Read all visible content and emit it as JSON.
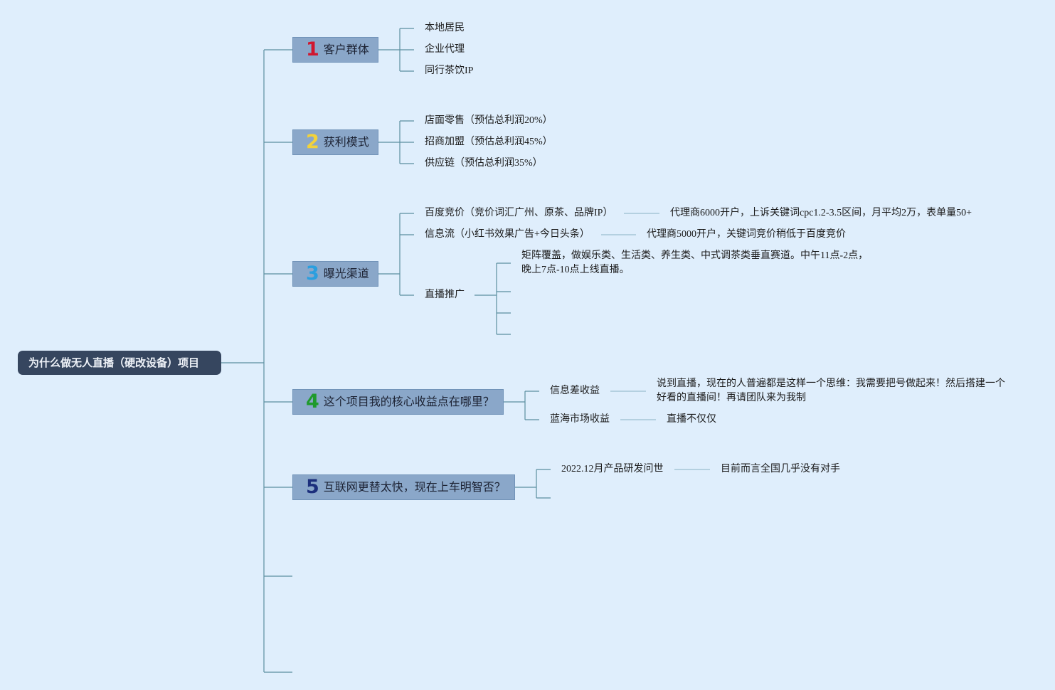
{
  "root": {
    "label": "为什么做无人直播（硬改设备）项目"
  },
  "topics": [
    {
      "number": "1",
      "number_color": "#d0172f",
      "label": "客户群体",
      "items": [
        "本地居民",
        "企业代理",
        "同行茶饮IP"
      ]
    },
    {
      "number": "2",
      "number_color": "#f2d23a",
      "label": "获利模式",
      "items": [
        "店面零售（预估总利润20%）",
        "招商加盟（预估总利润45%）",
        "供应链（预估总利润35%）"
      ]
    },
    {
      "number": "3",
      "number_color": "#2b9fdf",
      "label": "曝光渠道",
      "items": [
        {
          "label": "百度竞价（竞价词汇广州、原茶、品牌IP）",
          "detail": "代理商6000开户，上诉关键词cpc1.2-3.5区间，月平均2万，表单量50+"
        },
        {
          "label": "信息流（小红书效果广告+今日头条）",
          "detail": "代理商5000开户，关键词竞价稍低于百度竞价"
        },
        {
          "label": "直播推广",
          "detail": "矩阵覆盖，做娱乐类、生活类、养生类、中式调茶类垂直赛道。中午11点-2点，晚上7点-10点上线直播。"
        }
      ]
    },
    {
      "number": "4",
      "number_color": "#1f9a2c",
      "label": "这个项目我的核心收益点在哪里？",
      "items": [
        {
          "label": "信息差收益",
          "detail": "说到直播，现在的人普遍都是这样一个思维：我需要把号做起来！然后搭建一个好看的直播间！再请团队来为我制"
        },
        {
          "label": "蓝海市场收益",
          "detail": "直播不仅仅"
        }
      ]
    },
    {
      "number": "5",
      "number_color": "#1c2f7c",
      "label": "互联网更替太快，现在上车明智否？",
      "items": [
        {
          "label": "2022.12月产品研发问世",
          "detail": "目前而言全国几乎没有对手"
        }
      ]
    }
  ]
}
